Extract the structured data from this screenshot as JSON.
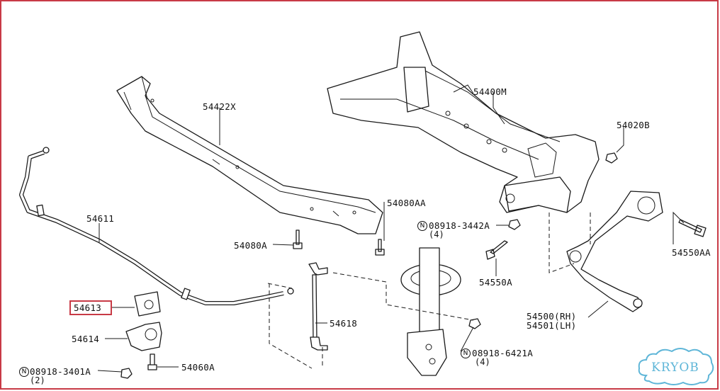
{
  "parts": {
    "p54422x": "54422X",
    "p54400m": "54400M",
    "p54020b": "54020B",
    "p54611": "54611",
    "p54080aa": "54080AA",
    "p54080a": "54080A",
    "p08918_3442a": "08918-3442A",
    "p08918_3442a_qty": "(4)",
    "p54550aa": "54550AA",
    "p54550a": "54550A",
    "p54613": "54613",
    "p54618": "54618",
    "p54500": "54500(RH)",
    "p54501": "54501(LH)",
    "p54614": "54614",
    "p08918_6421a": "08918-6421A",
    "p08918_6421a_qty": "(4)",
    "p54060a": "54060A",
    "p08918_3401a": "08918-3401A",
    "p08918_3401a_qty": "(2)"
  },
  "nut_symbol": "N",
  "logo": "KRYOB",
  "colors": {
    "highlight": "#c83a46",
    "logo": "#5fb6d8"
  }
}
